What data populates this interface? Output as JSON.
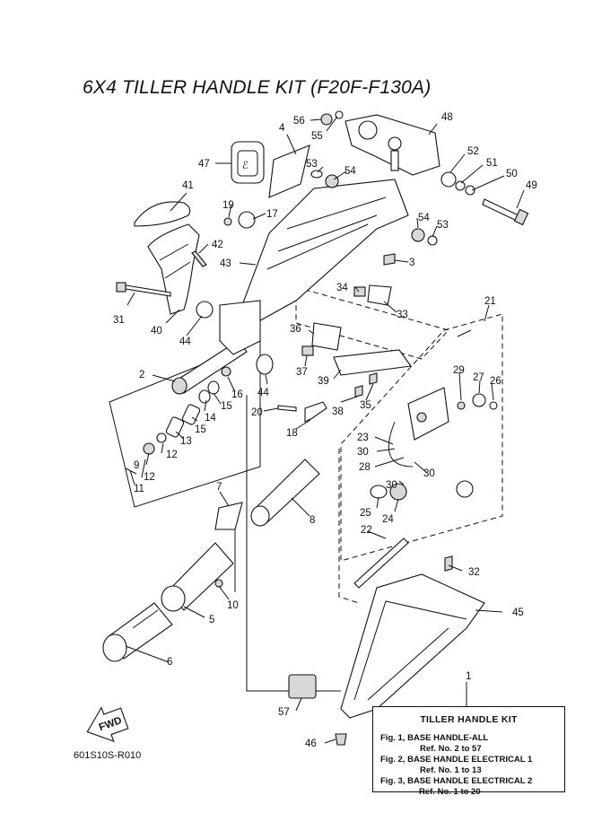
{
  "title": "6X4 TILLER HANDLE KIT (F20F-F130A)",
  "diagram_code": "601S10S-R010",
  "fwd_label": "FWD",
  "callouts": [
    "1",
    "2",
    "3",
    "4",
    "5",
    "6",
    "7",
    "8",
    "9",
    "10",
    "11",
    "12",
    "12",
    "13",
    "14",
    "15",
    "15",
    "16",
    "17",
    "18",
    "19",
    "20",
    "21",
    "22",
    "23",
    "24",
    "25",
    "26",
    "27",
    "28",
    "29",
    "30",
    "30",
    "30",
    "31",
    "32",
    "33",
    "34",
    "35",
    "36",
    "37",
    "38",
    "39",
    "40",
    "41",
    "42",
    "43",
    "44",
    "44",
    "45",
    "46",
    "47",
    "48",
    "49",
    "50",
    "51",
    "52",
    "53",
    "53",
    "54",
    "54",
    "55",
    "56",
    "57"
  ],
  "legend": {
    "title": "TILLER HANDLE KIT",
    "figures": [
      {
        "fig": "Fig. 1, BASE HANDLE-ALL",
        "ref": "Ref. No. 2 to 57"
      },
      {
        "fig": "Fig. 2, BASE HANDLE ELECTRICAL 1",
        "ref": "Ref. No. 1 to 13"
      },
      {
        "fig": "Fig. 3, BASE HANDLE ELECTRICAL 2",
        "ref": "Ref. No. 1 to 20"
      }
    ]
  }
}
